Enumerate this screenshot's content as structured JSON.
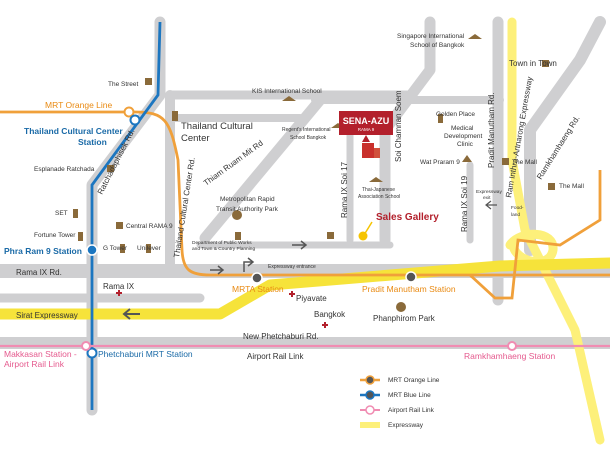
{
  "colors": {
    "road": "#cfcfd1",
    "mrt_orange": "#f0a03a",
    "mrt_blue": "#1c76c0",
    "airport_rail": "#f08cb2",
    "expressway": "#fdf07a",
    "expressway_main": "#f6e33a",
    "brand_red": "#b3202c"
  },
  "roads": {
    "ratchadaphisek": "Ratchadaphisek Rd.",
    "thailand_cultural_center": "Thailand Cultural Center Rd.",
    "thiam_ruam_mit": "Thiam Ruam Mit Rd",
    "rama_ix_soi_17": "Rama IX Soi 17",
    "soi_chamnan_soem": "Soi Chamnan Soem",
    "rama_ix_soi_19": "Rama IX Soi 19",
    "pradit_manutham": "Pradit Manutham Rd.",
    "ramintra_expressway": "Ram Inthra-Artnarong Expressway",
    "ramkhamhaeng": "Ramkhamhaeng Rd.",
    "rama_ix": "Rama IX Rd.",
    "new_phetchaburi": "New Phetchaburi Rd."
  },
  "lines": {
    "mrt_orange": "MRT Orange Line",
    "sirat": "Sirat Expressway",
    "airport_rail": "Airport Rail Link",
    "expressway_entrance": "Expressway entrance"
  },
  "stations": {
    "thailand_cultural_center": "Thailand Cultural Center\nStation",
    "phra_ram_9": "Phra Ram 9 Station",
    "phetchaburi": "Phetchaburi MRT Station",
    "makkasan": "Makkasan Station -\nAirport Rail Link",
    "mrta": "MRTA Station",
    "pradit_manutham": "Pradit Manutham Station",
    "ramkhamhaeng": "Ramkhamhaeng Station"
  },
  "places": {
    "the_street": "The Street",
    "esplanade": "Esplanade Ratchada",
    "set": "SET",
    "fortune_tower": "Fortune Tower",
    "central_rama9": "Central RAMA 9",
    "g_tower": "G Tower",
    "unilever": "Unilever",
    "rama_ix": "Rama IX",
    "thailand_cultural_center": "Thailand Cultural\nCenter",
    "kis": "KIS International School",
    "regents": "Regent's International\nSchool Bangkok",
    "metro_park": "Metropolitan Rapid\nTransit Authority Park",
    "dept_public_works": "Department of Public Works\nand Town & Country Planning",
    "thai_japanese": "Thai-Japanese\nAssociation School",
    "singapore_school": "Singapore International\nSchool of Bangkok",
    "town_in_town": "Town in Town",
    "golden_place": "Golden Place",
    "medical_clinic": "Medical\nDevelopment\nClinic",
    "wat_praram9": "Wat Praram 9",
    "the_mall_1": "The Mall",
    "the_mall_2": "The Mall",
    "expressway_exit": "Expressway\nexit",
    "food_land": "Food-\nland",
    "piyavate": "Piyavate",
    "bangkok_hosp": "Bangkok",
    "phanphirom_park": "Phanphirom Park",
    "airport_rail_link": "Airport Rail Link",
    "sales_gallery": "Sales Gallery"
  },
  "brand": {
    "name": "SENA-AZU",
    "sub": "RAMA 9"
  },
  "legend": [
    {
      "label": "MRT Orange Line"
    },
    {
      "label": "MRT Blue Line"
    },
    {
      "label": "Airport Rail Link"
    },
    {
      "label": "Expressway"
    }
  ]
}
